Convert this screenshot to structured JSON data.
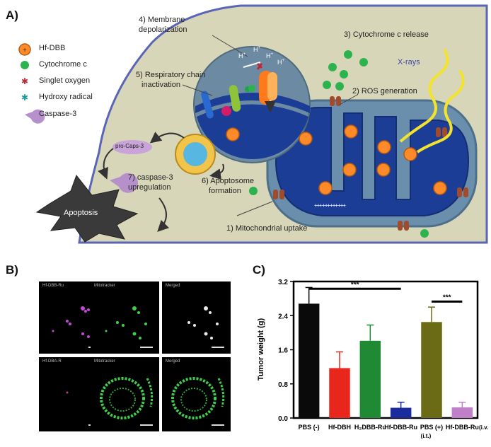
{
  "panel_a": {
    "letter": "A)",
    "legend": [
      {
        "label": "Hf-DBB",
        "icon": "hf-dbb-icon"
      },
      {
        "label": "Cytochrome c",
        "icon": "cytochrome-icon"
      },
      {
        "label": "Singlet oxygen",
        "icon": "singlet-oxygen-icon"
      },
      {
        "label": "Hydroxy radical",
        "icon": "hydroxy-radical-icon"
      },
      {
        "label": "Caspase-3",
        "icon": "caspase-icon"
      }
    ],
    "steps": {
      "s1": "1) Mitochondrial uptake",
      "s2": "2) ROS generation",
      "s3": "3) Cytochrome c release",
      "s4a": "4) Membrane",
      "s4b": "depolarization",
      "s5a": "5) Respiratory chain",
      "s5b": "inactivation",
      "s6a": "6) Apoptosome",
      "s6b": "formation",
      "s7a": "7) caspase-3",
      "s7b": "upregulation"
    },
    "xrays": "X-rays",
    "pro_caps": "pro-Caps-3",
    "apoptosis": "Apoptosis",
    "h_ion": "H",
    "h_sup": "+",
    "plus_row": "++++++++++++"
  },
  "panel_b": {
    "letter": "B)",
    "tiles": [
      {
        "label": "Hf-DBB-Ru",
        "kind": "magenta"
      },
      {
        "label": "Mitotracker",
        "kind": "green"
      },
      {
        "label": "Merged",
        "kind": "white"
      },
      {
        "label": "Hf-DBA-R",
        "kind": "empty"
      },
      {
        "label": "Mitotracker",
        "kind": "green2"
      },
      {
        "label": "Merged",
        "kind": "green2"
      }
    ]
  },
  "panel_c": {
    "letter": "C)",
    "chart_data": {
      "type": "bar",
      "ylabel": "Tumor weight (g)",
      "ylim": [
        0,
        3.2
      ],
      "yticks": [
        "0.0",
        "0.8",
        "1.6",
        "2.4",
        "3.2"
      ],
      "bars": [
        {
          "label": "PBS (-)",
          "value": 2.68,
          "error": 0.38,
          "color": "#0a0a0a"
        },
        {
          "label": "Hf-DBH",
          "value": 1.17,
          "error": 0.38,
          "color": "#e8261b"
        },
        {
          "label": "H₂DBB-Ru",
          "value": 1.81,
          "error": 0.37,
          "color": "#1f8a33"
        },
        {
          "label": "Hf-DBB-Ru",
          "value": 0.24,
          "error": 0.13,
          "color": "#1a2b9e"
        },
        {
          "label": "PBS (+)",
          "value": 2.25,
          "error": 0.35,
          "color": "#6b6b16"
        },
        {
          "label": "Hf-DBB-Ru",
          "value": 0.25,
          "error": 0.12,
          "color": "#c080c8"
        }
      ],
      "label_suffixes": [
        "(i.t.)",
        "(i.v.)"
      ],
      "significance": [
        "***",
        "***"
      ]
    }
  }
}
